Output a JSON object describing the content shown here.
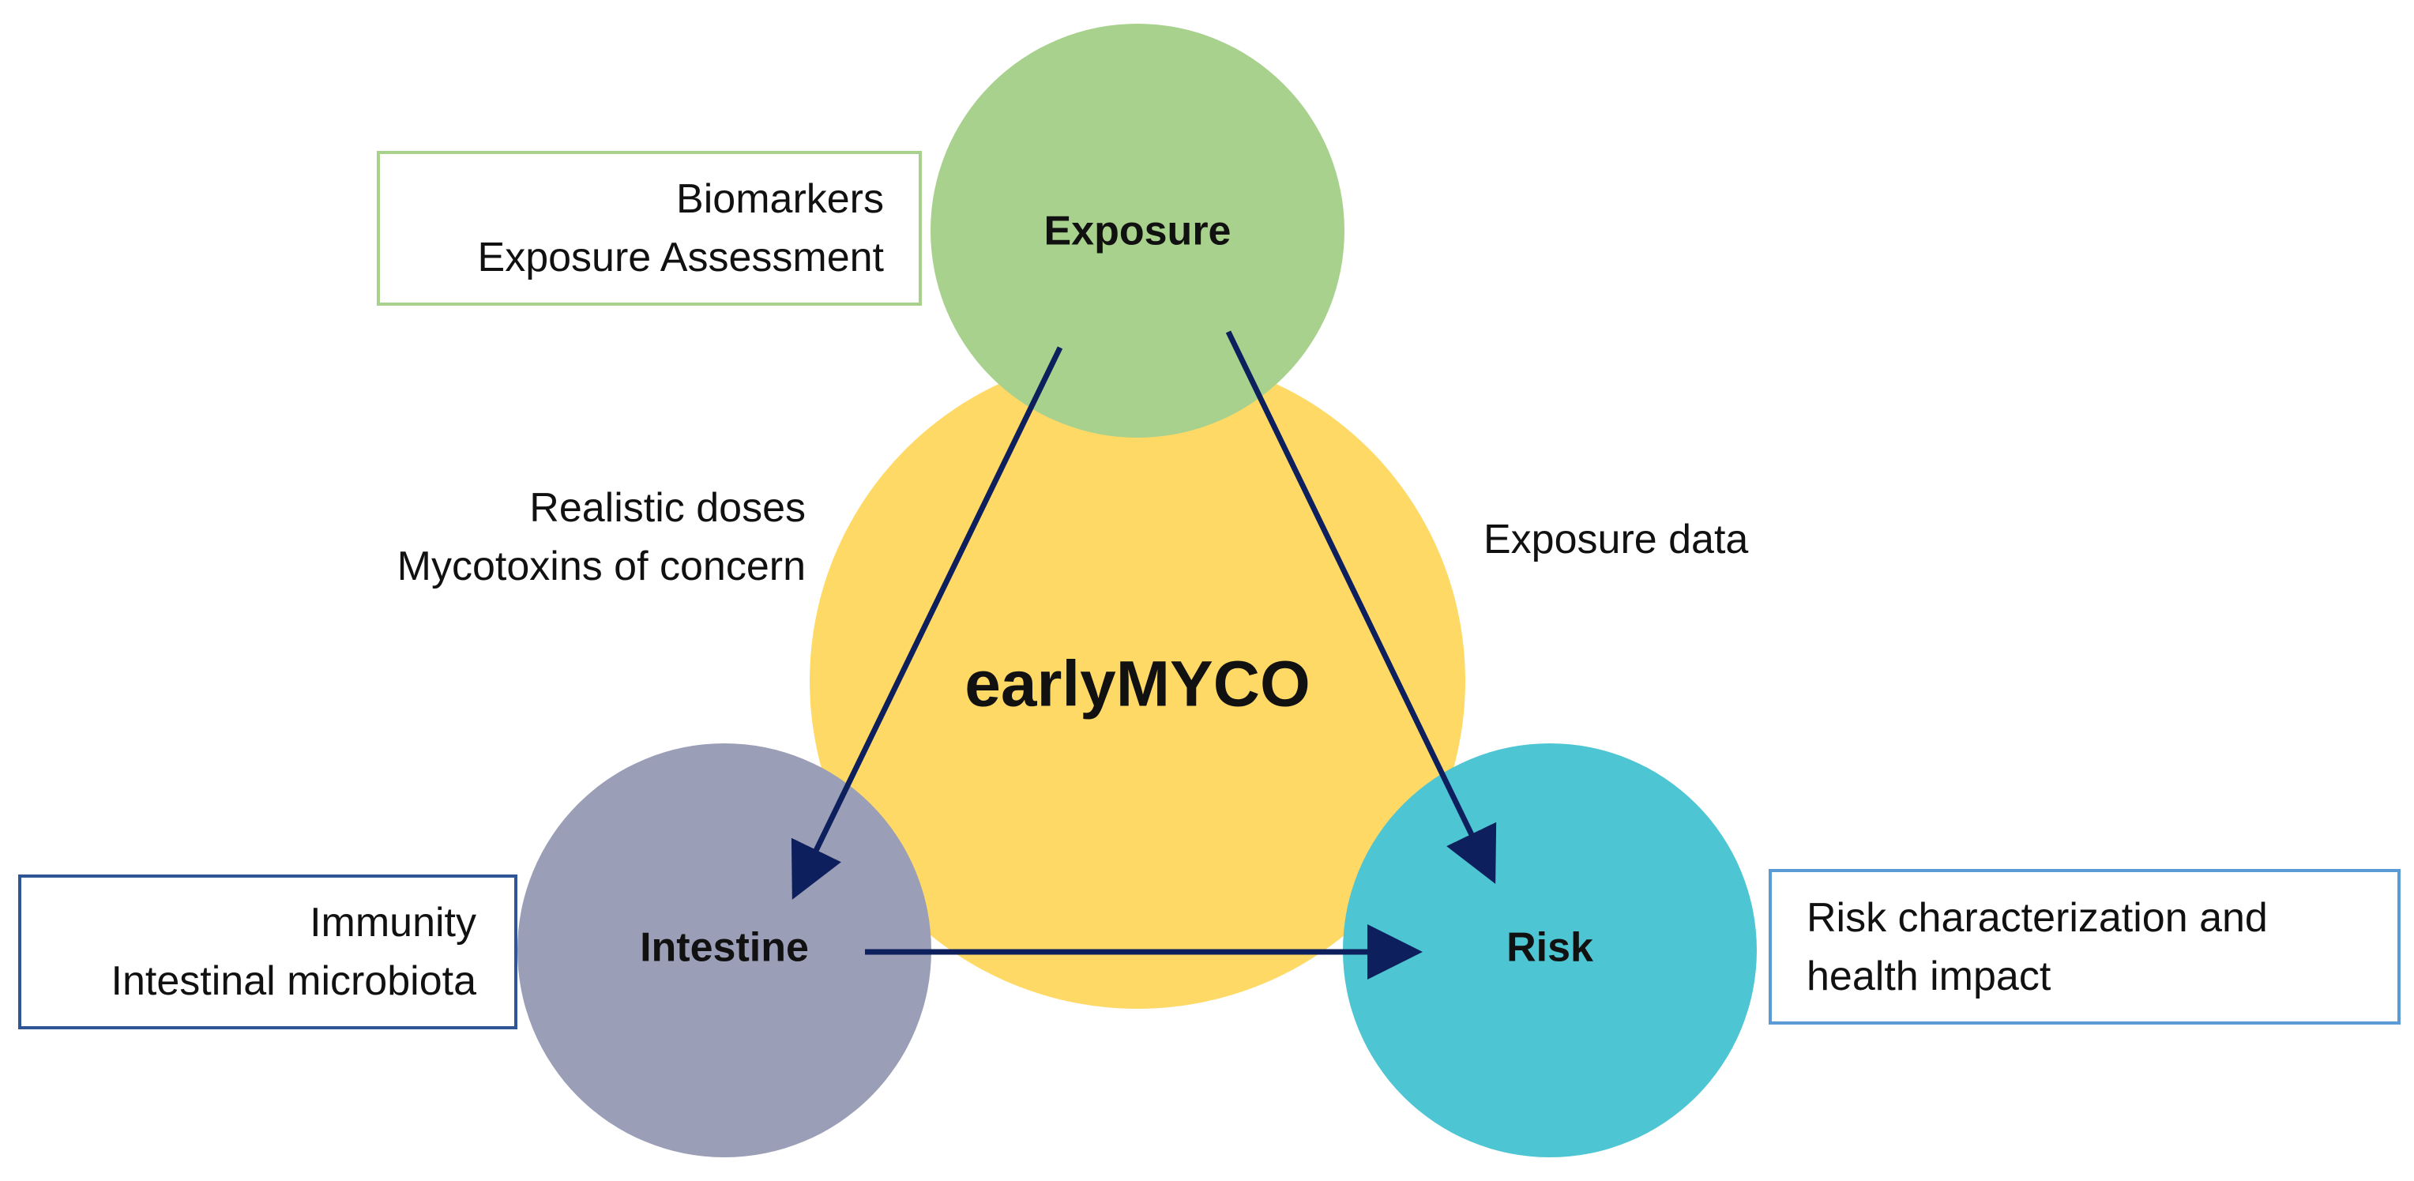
{
  "center": {
    "label": "earlyMYCO",
    "color": "#FFD966"
  },
  "nodes": {
    "exposure": {
      "label": "Exposure",
      "color": "#A9D18E"
    },
    "intestine": {
      "label": "Intestine",
      "color": "#9A9EB6"
    },
    "risk": {
      "label": "Risk",
      "color": "#4DC5D2"
    }
  },
  "boxes": {
    "exposure": {
      "lines": [
        "Biomarkers",
        "Exposure Assessment"
      ],
      "border_color": "#A9D18E"
    },
    "intestine": {
      "lines": [
        "Immunity",
        "Intestinal microbiota"
      ],
      "border_color": "#2F5597"
    },
    "risk": {
      "lines": [
        "Risk characterization and",
        "health impact"
      ],
      "border_color": "#5B9BD5"
    }
  },
  "edges": {
    "exposure_to_intestine": {
      "lines": [
        "Realistic doses",
        "Mycotoxins of concern"
      ]
    },
    "exposure_to_risk": {
      "lines": [
        "Exposure data"
      ]
    }
  },
  "arrow_color": "#0D1F5C"
}
